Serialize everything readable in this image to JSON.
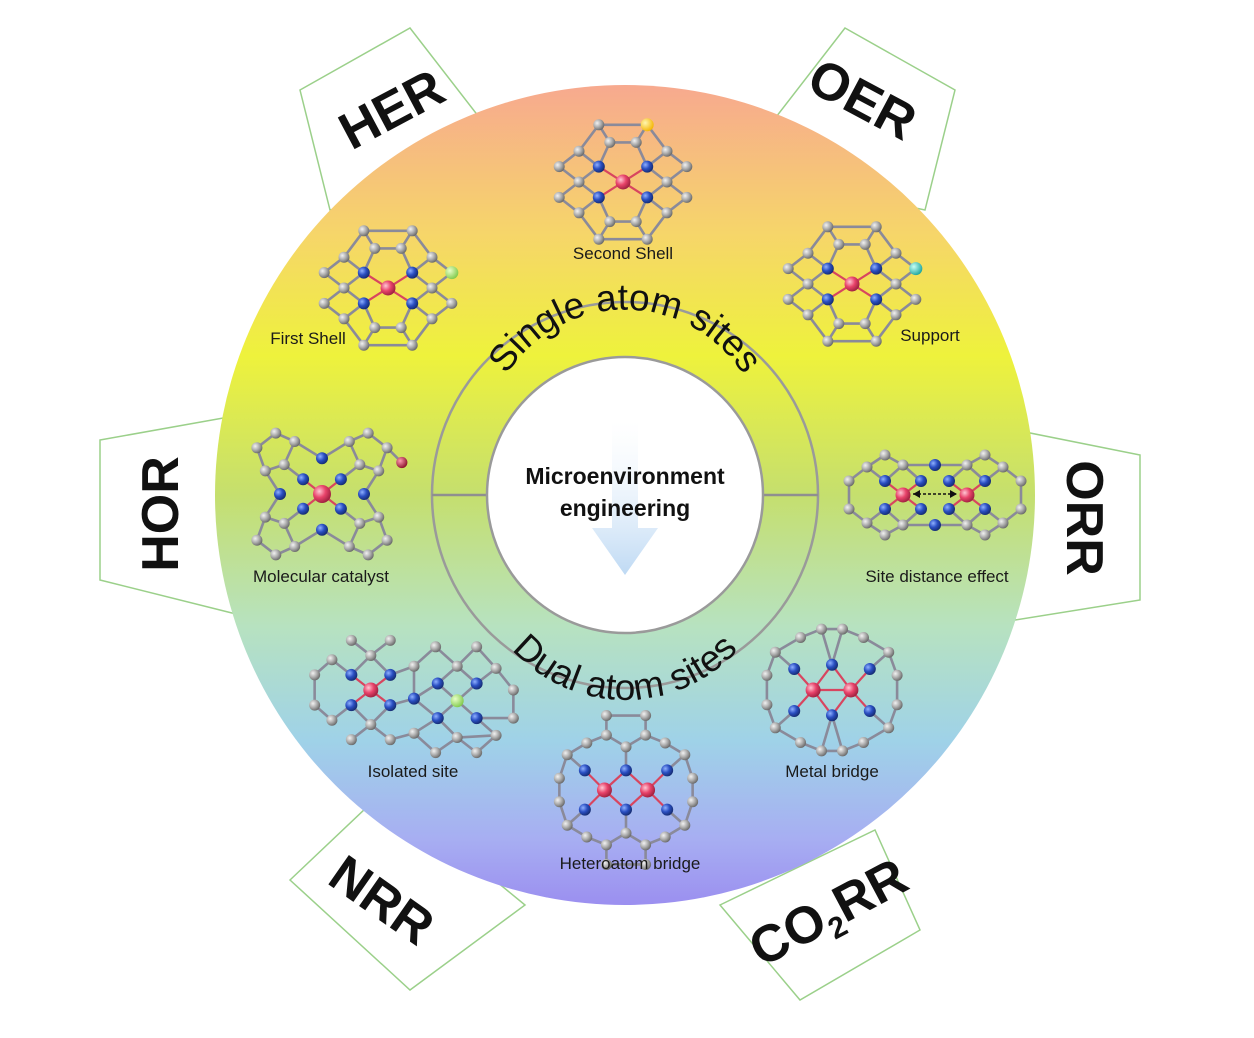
{
  "reactions": {
    "her": "HER",
    "oer": "OER",
    "orr": "ORR",
    "co2rr_prefix": "CO",
    "co2rr_sub": "2",
    "co2rr_suffix": "RR",
    "nrr": "NRR",
    "hor": "HOR"
  },
  "center": {
    "line1": "Microenvironment",
    "line2": "engineering"
  },
  "ring": {
    "top": "Single atom sites",
    "bottom": "Dual atom sites"
  },
  "structures": {
    "second_shell": "Second Shell",
    "first_shell": "First Shell",
    "support": "Support",
    "molecular_catalyst": "Molecular catalyst",
    "site_distance": "Site distance effect",
    "isolated_site": "Isolated site",
    "metal_bridge": "Metal bridge",
    "heteroatom_bridge": "Heteroatom bridge"
  },
  "colors": {
    "gradient": [
      "#f7a98f",
      "#f6d56a",
      "#eef23c",
      "#c5df6e",
      "#b7e2c0",
      "#9fd2e8",
      "#a7aef2",
      "#9b8ff0"
    ],
    "metal_atom": "#e8436a",
    "nitrogen_atom": "#2a4fc2",
    "carbon_atom": "#a9a9a9",
    "dopant_yellow": "#f4d03f",
    "dopant_green": "#a6e06a",
    "dopant_cyan": "#37c6c0",
    "dopant_red": "#b01e3c"
  }
}
